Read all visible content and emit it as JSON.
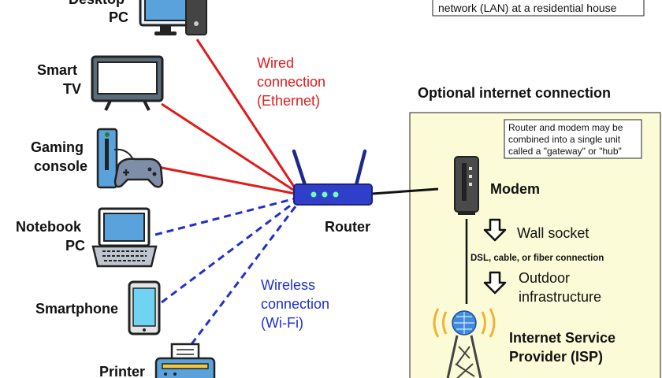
{
  "devices": {
    "desktop": [
      "Desktop",
      "PC"
    ],
    "smart_tv": [
      "Smart",
      "TV"
    ],
    "gaming_console": [
      "Gaming",
      "console"
    ],
    "notebook": [
      "Notebook",
      "PC"
    ],
    "smartphone": [
      "Smartphone"
    ],
    "printer": [
      "Printer"
    ]
  },
  "router_label": "Router",
  "wired_label": [
    "Wired",
    "connection",
    "(Ethernet)"
  ],
  "wireless_label": [
    "Wireless",
    "connection",
    "(Wi-Fi)"
  ],
  "lan_note": "network (LAN) at a residential house",
  "internet_title": "Optional internet connection",
  "gateway_note": [
    "Router and modem may be",
    "combined into a single unit",
    "called a \"gateway\" or \"hub\""
  ],
  "modem_label": "Modem",
  "wall_socket_label": "Wall socket",
  "connection_type_label": "DSL, cable, or fiber connection",
  "outdoor_label": [
    "Outdoor",
    "infrastructure"
  ],
  "isp_label": [
    "Internet Service",
    "Provider (ISP)"
  ],
  "colors": {
    "wired": "#e01b1b",
    "wireless": "#1f2fd0",
    "internet_box": "#fbfbd8",
    "device_blue": "#5aa2dc",
    "router_blue": "#2f3fc9"
  }
}
